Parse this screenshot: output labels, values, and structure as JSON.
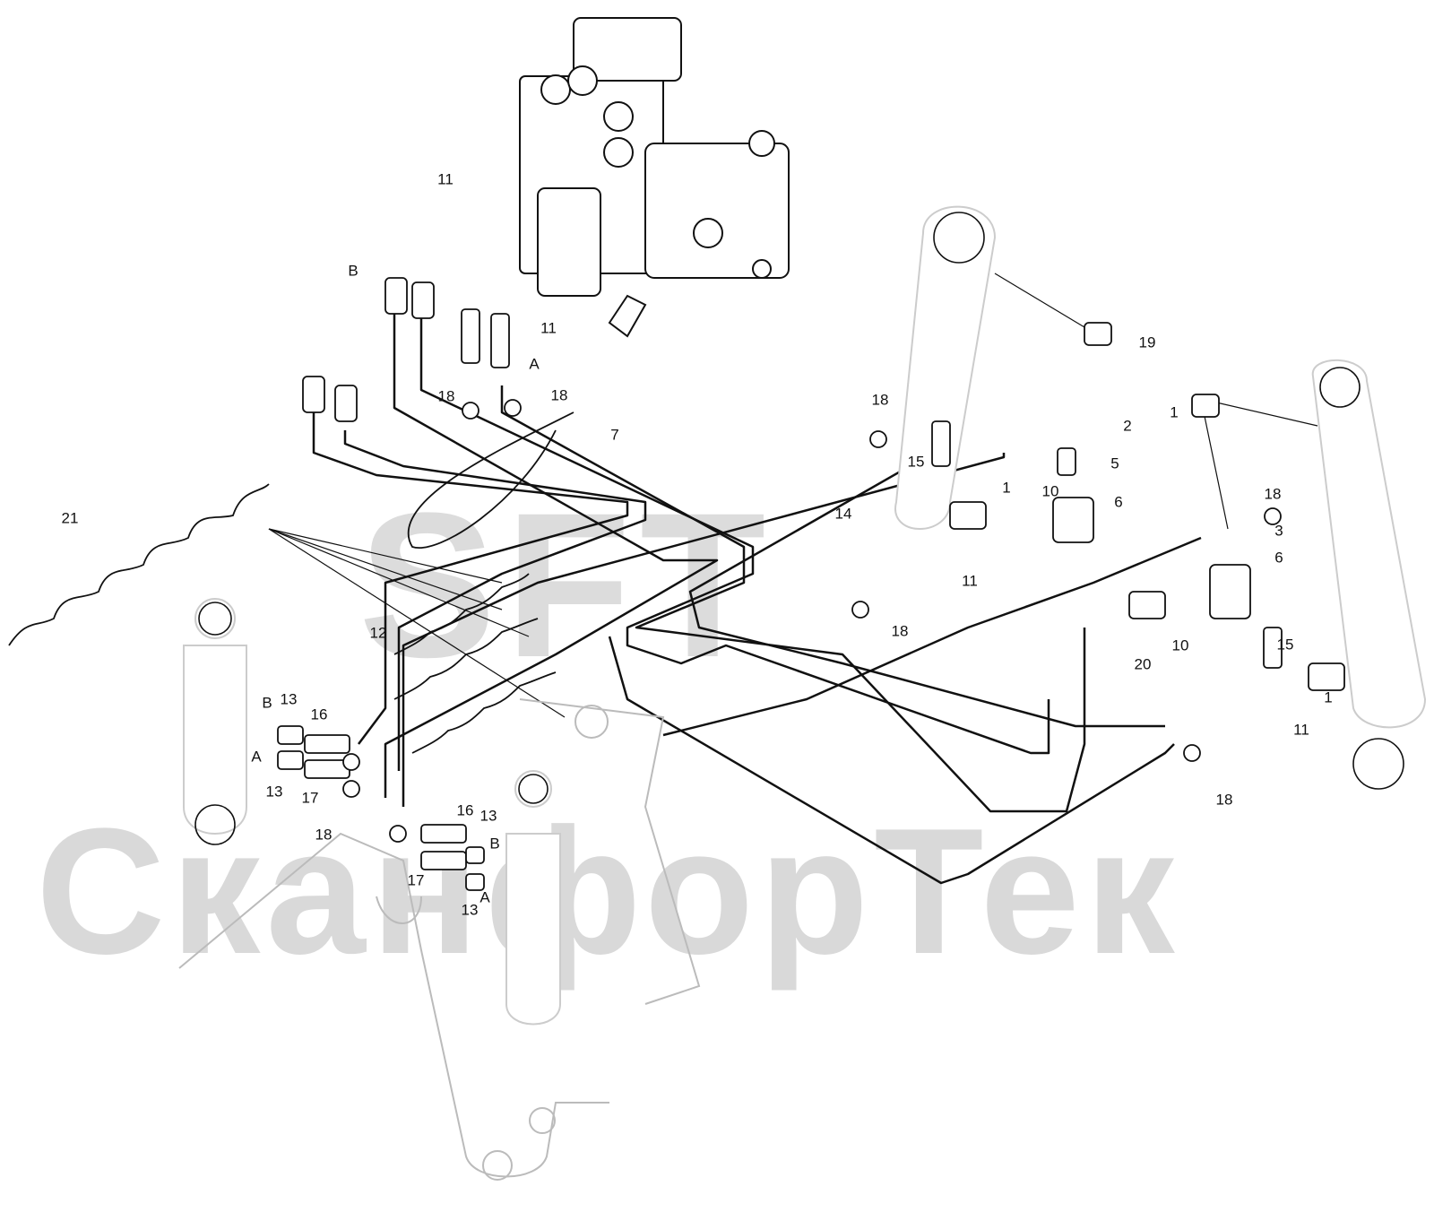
{
  "watermark": {
    "text": "СканфорТек",
    "logo_text": "SFT"
  },
  "callouts": [
    {
      "text": "11"
    },
    {
      "text": "B"
    },
    {
      "text": "11"
    },
    {
      "text": "A"
    },
    {
      "text": "18"
    },
    {
      "text": "18"
    },
    {
      "text": "7"
    },
    {
      "text": "19"
    },
    {
      "text": "2"
    },
    {
      "text": "1"
    },
    {
      "text": "18"
    },
    {
      "text": "15"
    },
    {
      "text": "1"
    },
    {
      "text": "10"
    },
    {
      "text": "5"
    },
    {
      "text": "6"
    },
    {
      "text": "14"
    },
    {
      "text": "11"
    },
    {
      "text": "18"
    },
    {
      "text": "21"
    },
    {
      "text": "12"
    },
    {
      "text": "18"
    },
    {
      "text": "3"
    },
    {
      "text": "6"
    },
    {
      "text": "10"
    },
    {
      "text": "20"
    },
    {
      "text": "15"
    },
    {
      "text": "1"
    },
    {
      "text": "11"
    },
    {
      "text": "18"
    },
    {
      "text": "B"
    },
    {
      "text": "13"
    },
    {
      "text": "16"
    },
    {
      "text": "A"
    },
    {
      "text": "13"
    },
    {
      "text": "17"
    },
    {
      "text": "18"
    },
    {
      "text": "16"
    },
    {
      "text": "13"
    },
    {
      "text": "B"
    },
    {
      "text": "17"
    },
    {
      "text": "A"
    },
    {
      "text": "13"
    }
  ]
}
